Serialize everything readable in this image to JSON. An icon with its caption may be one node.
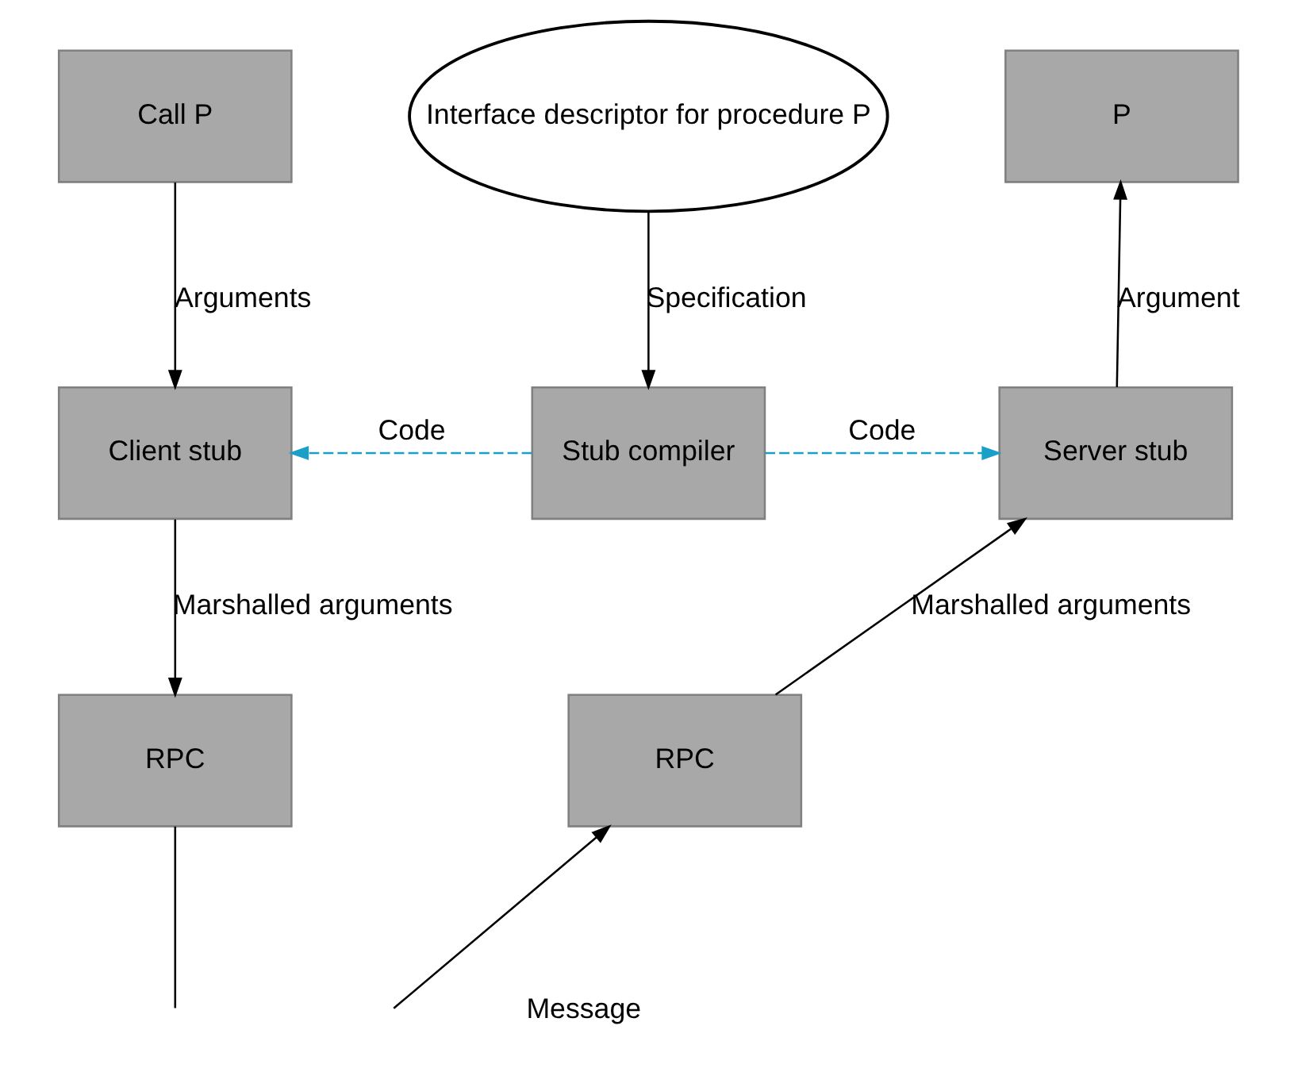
{
  "diagram": {
    "nodes": [
      {
        "text": [
          "Interface descriptor for procedure P"
        ]
      },
      {
        "text": [
          "Call P"
        ]
      },
      {
        "text": [
          "P"
        ]
      },
      {
        "text": [
          "Client stub"
        ]
      },
      {
        "text": [
          "Stub compiler"
        ]
      },
      {
        "text": [
          "Server stub"
        ]
      },
      {
        "text": [
          "RPC"
        ]
      },
      {
        "text": [
          "RPC"
        ]
      }
    ],
    "edges": [
      {
        "from": 1,
        "to": 3,
        "arrow": "to",
        "label": "Arguments"
      },
      {
        "from": 0,
        "to": 4,
        "arrow": "to",
        "label": "Specification"
      },
      {
        "from": 5,
        "to": 2,
        "arrow": "to",
        "label": "Argument"
      },
      {
        "from": 4,
        "to": 3,
        "arrow": "to",
        "label": "Code",
        "style": "dashed",
        "color": "#1aa0c8"
      },
      {
        "from": 4,
        "to": 5,
        "arrow": "to",
        "label": "Code",
        "style": "dashed",
        "color": "#1aa0c8"
      },
      {
        "from": 3,
        "to": 6,
        "arrow": "to",
        "label": "Marshalled arguments"
      },
      {
        "from": 7,
        "to": 5,
        "arrow": "to",
        "label": "Marshalled arguments"
      },
      {
        "from": 6,
        "to": null,
        "arrow": "none"
      },
      {
        "from": null,
        "to": 7,
        "arrow": "to"
      }
    ],
    "labels": [
      "Message"
    ]
  }
}
